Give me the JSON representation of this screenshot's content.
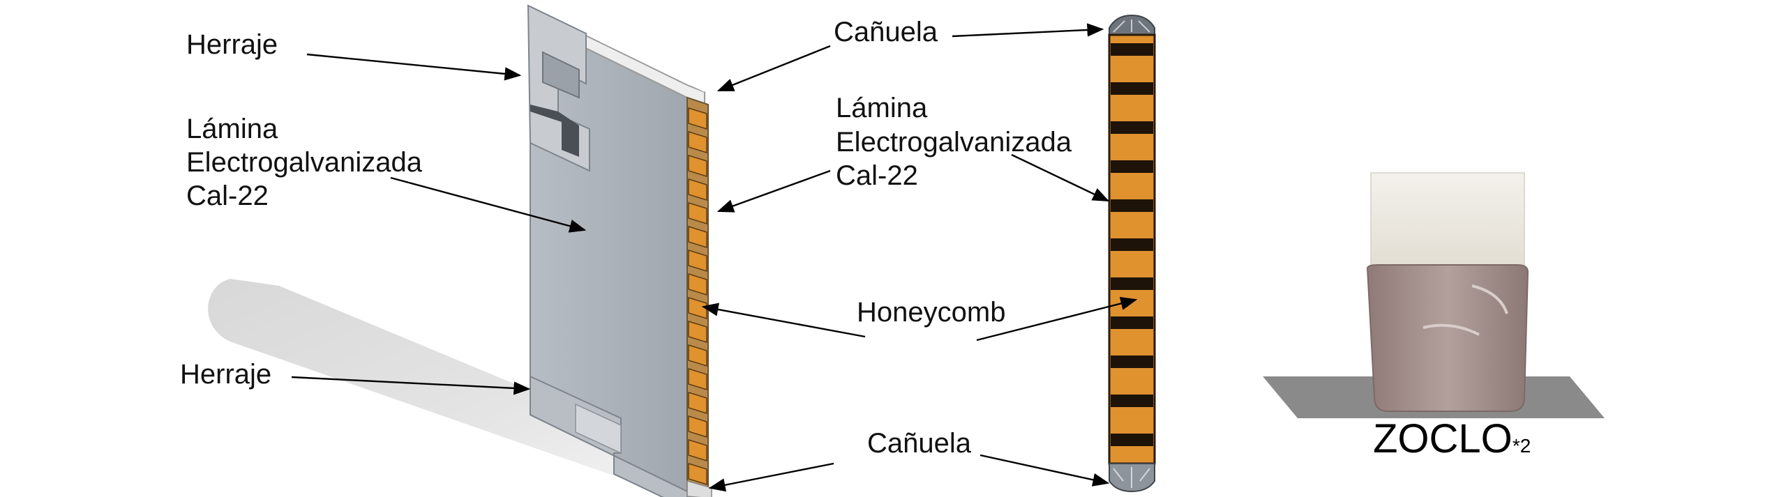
{
  "labels": {
    "herraje_top": "Herraje",
    "lamina_left_1": "Lámina",
    "lamina_left_2": "Electrogalvanizada",
    "lamina_left_3": "Cal-22",
    "herraje_bottom": "Herraje",
    "canuela_top": "Cañuela",
    "lamina_right_1": "Lámina",
    "lamina_right_2": "Electrogalvanizada",
    "lamina_right_3": "Cal-22",
    "honeycomb": "Honeycomb",
    "canuela_bottom": "Cañuela",
    "zoclo": "ZOCLO",
    "zoclo_note": "*2"
  },
  "colors": {
    "steel": "#a3aab2",
    "steel_dark": "#7d848c",
    "honeycomb": "#e0922f",
    "honeycomb_dark": "#1e1308",
    "zoclo_glass": "#eae6dd",
    "zoclo_band": "#9a8582",
    "floor": "#8a8a8a"
  }
}
